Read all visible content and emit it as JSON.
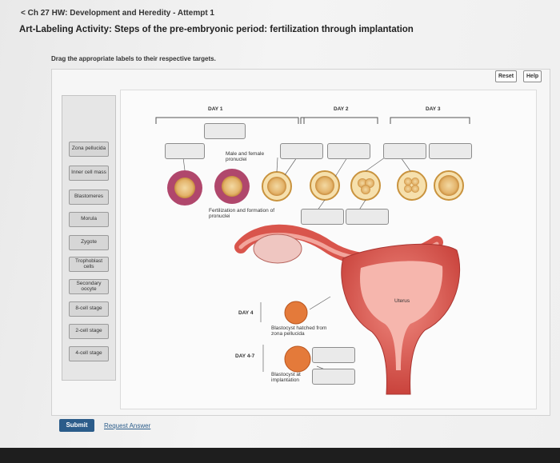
{
  "header": {
    "breadcrumb": "< Ch 27 HW: Development and Heredity - Attempt 1",
    "title": "Art-Labeling Activity: Steps of the pre-embryonic period: fertilization through implantation"
  },
  "instructions": "Drag the appropriate labels to their respective targets.",
  "controls": {
    "reset_label": "Reset",
    "help_label": "Help"
  },
  "label_bank": [
    "Zona pellucida",
    "Inner cell mass",
    "Blastomeres",
    "Morula",
    "Zygote",
    "Trophoblast cells",
    "Secondary oocyte",
    "8-cell stage",
    "2-cell stage",
    "4-cell stage"
  ],
  "diagram": {
    "days": {
      "day1": "DAY 1",
      "day2": "DAY 2",
      "day3": "DAY 3",
      "day4": "DAY 4",
      "day4_7": "DAY 4-7"
    },
    "labels": {
      "pronuclei": "Male and female pronuclei",
      "fertilization": "Fertilization and formation of pronuclei",
      "uterus": "Uterus",
      "hatched": "Blastocyst hatched from zona pellucida",
      "implantation": "Blastocyst at implantation"
    }
  },
  "footer": {
    "submit_label": "Submit",
    "request_answer_label": "Request Answer"
  }
}
